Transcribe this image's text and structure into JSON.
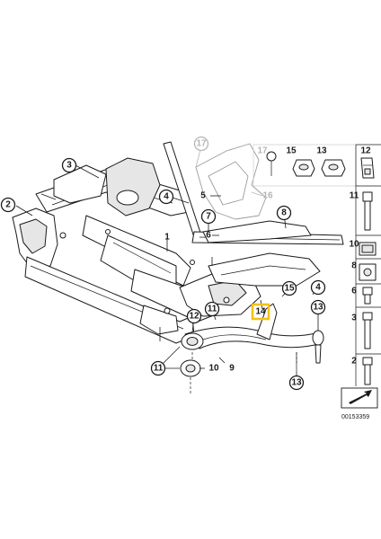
{
  "callouts": {
    "c1": "1",
    "c2": "2",
    "c3": "3",
    "c4a": "4",
    "c4b": "4",
    "c5": "5",
    "c6": "6",
    "c7": "7",
    "c8": "8",
    "c9": "9",
    "c10": "10",
    "c11a": "11",
    "c11b": "11",
    "c12": "12",
    "c13a": "13",
    "c13b": "13",
    "c14": "14",
    "c15": "15",
    "c16": "16",
    "c17": "17"
  },
  "sidebar": {
    "r17": "17",
    "r15": "15",
    "r13": "13",
    "r12": "12",
    "r11": "11",
    "r10": "10",
    "r9": "8",
    "r6": "6",
    "r3": "3",
    "r2": "2"
  },
  "diagram_ref": "00153359",
  "highlight_color": "#f2c21b"
}
